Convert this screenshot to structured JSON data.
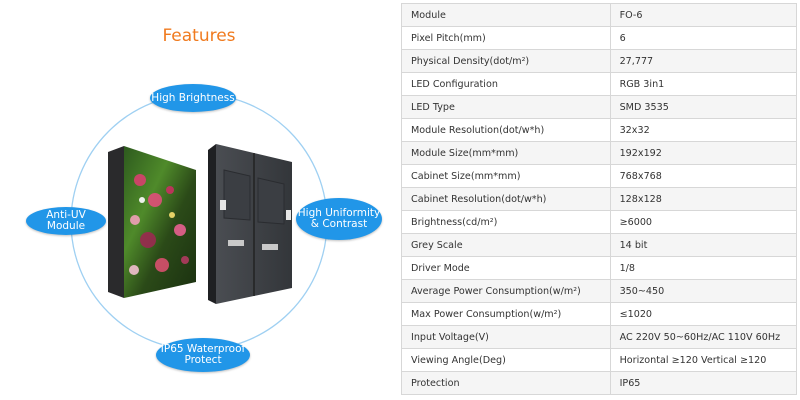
{
  "features": {
    "title": "Features",
    "high_brightness": "High Brightness",
    "anti_uv": "Anti-UV Module",
    "high_uniformity": "High Uniformity\n& Contrast",
    "ip65": "IP65 Waterproof\nProtect",
    "colors": {
      "accent": "#2196e8",
      "title": "#f07a1e"
    }
  },
  "specs": [
    {
      "key": "Module",
      "value": "FO-6"
    },
    {
      "key": "Pixel Pitch(mm)",
      "value": "6"
    },
    {
      "key": "Physical Density(dot/m²)",
      "value": "27,777"
    },
    {
      "key": "LED Configuration",
      "value": "RGB 3in1"
    },
    {
      "key": "LED Type",
      "value": "SMD 3535"
    },
    {
      "key": "Module Resolution(dot/w*h)",
      "value": "32x32"
    },
    {
      "key": "Module Size(mm*mm)",
      "value": "192x192"
    },
    {
      "key": "Cabinet Size(mm*mm)",
      "value": "768x768"
    },
    {
      "key": "Cabinet Resolution(dot/w*h)",
      "value": "128x128"
    },
    {
      "key": "Brightness(cd/m²)",
      "value": "≥6000"
    },
    {
      "key": "Grey Scale",
      "value": "14 bit"
    },
    {
      "key": "Driver Mode",
      "value": "1/8"
    },
    {
      "key": "Average Power Consumption(w/m²)",
      "value": "350~450"
    },
    {
      "key": "Max Power Consumption(w/m²)",
      "value": "≤1020"
    },
    {
      "key": "Input Voltage(V)",
      "value": "AC 220V 50~60Hz/AC 110V 60Hz"
    },
    {
      "key": "Viewing Angle(Deg)",
      "value": "Horizontal ≥120 Vertical ≥120"
    },
    {
      "key": "Protection",
      "value": "IP65"
    }
  ]
}
